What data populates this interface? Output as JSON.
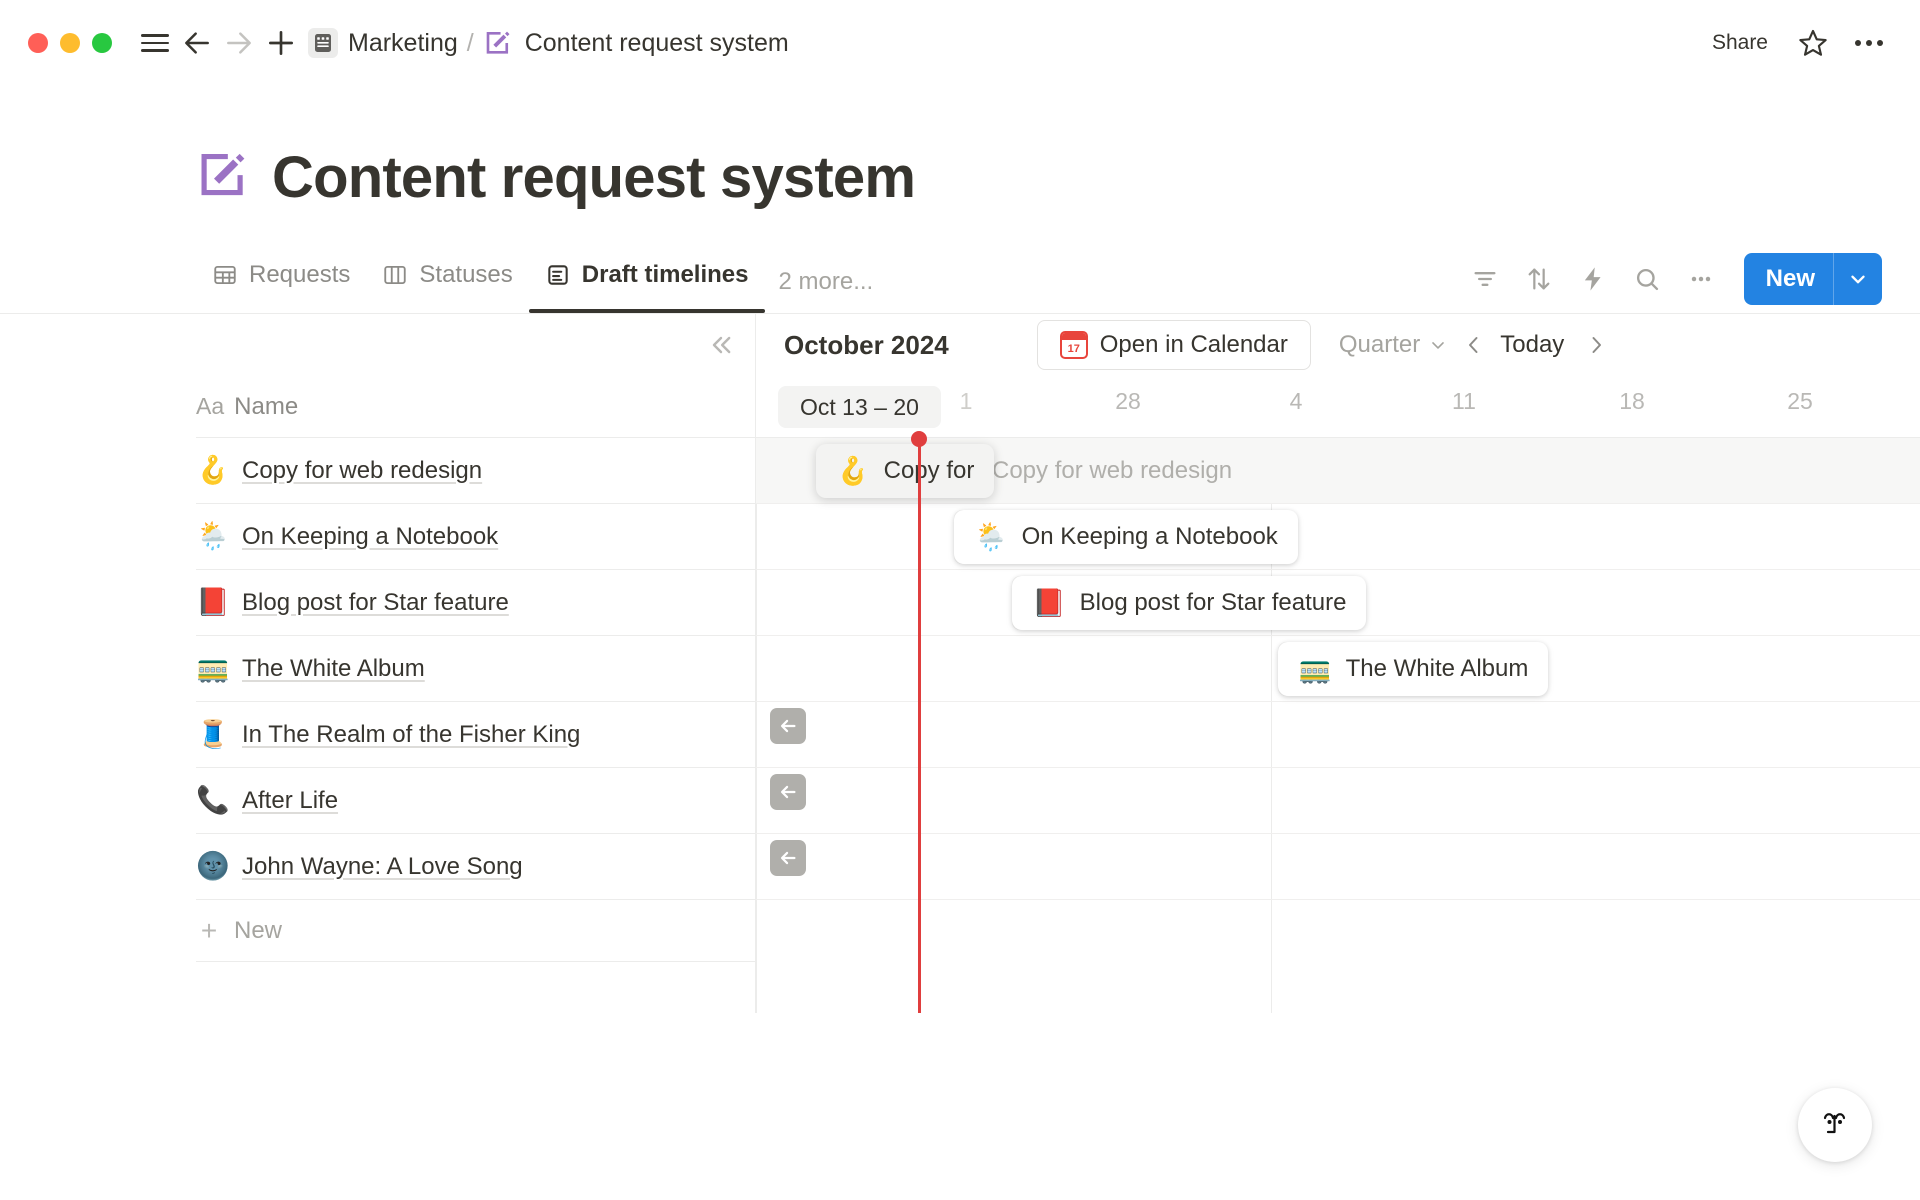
{
  "window": {
    "traffic_lights": [
      "close",
      "minimize",
      "zoom"
    ],
    "colors": {
      "close": "#ff5f57",
      "minimize": "#febc2e",
      "zoom": "#28c840",
      "accent": "#2383e2",
      "today": "#e03e3e"
    }
  },
  "titlebar": {
    "sidebar_toggle": "menu-icon",
    "back": "back-arrow-icon",
    "forward": "forward-arrow-icon",
    "new_page": "plus-icon",
    "breadcrumb": {
      "workspace_icon": "database-icon",
      "workspace": "Marketing",
      "separator": "/",
      "page_icon": "pencil-square-icon",
      "page": "Content request system"
    },
    "share_label": "Share",
    "favorite_icon": "star-icon",
    "more_icon": "ellipsis-icon"
  },
  "page": {
    "icon": "pencil-square-icon",
    "title": "Content request system"
  },
  "view_tabs": {
    "tabs": [
      {
        "label": "Requests",
        "icon": "table-icon",
        "active": false
      },
      {
        "label": "Statuses",
        "icon": "board-icon",
        "active": false
      },
      {
        "label": "Draft timelines",
        "icon": "timeline-icon",
        "active": true
      }
    ],
    "more_label": "2 more...",
    "tools": [
      {
        "name": "filter-icon"
      },
      {
        "name": "sort-icon"
      },
      {
        "name": "automation-icon"
      },
      {
        "name": "search-icon"
      },
      {
        "name": "more-options-icon"
      }
    ],
    "new_button": {
      "label": "New",
      "chevron": "chevron-down-icon"
    }
  },
  "timeline": {
    "collapse_icon": "chevrons-left-icon",
    "name_column": {
      "type_label": "Aa",
      "header": "Name"
    },
    "month_label": "October 2024",
    "open_calendar": {
      "label": "Open in Calendar",
      "icon_day": "17"
    },
    "zoom_level": {
      "label": "Quarter",
      "chevron": "chevron-down-icon"
    },
    "prev_label": "chevron-left-icon",
    "today_label": "Today",
    "next_label": "chevron-right-icon",
    "week_pill": "Oct 13 – 20",
    "ticks": [
      "1",
      "28",
      "4",
      "11",
      "18",
      "25"
    ],
    "rows": [
      {
        "emoji": "🪝",
        "name": "Copy for web redesign"
      },
      {
        "emoji": "🌦️",
        "name": "On Keeping a Notebook"
      },
      {
        "emoji": "📕",
        "name": "Blog post for Star feature"
      },
      {
        "emoji": "🚃",
        "name": "The White Album"
      },
      {
        "emoji": "🧵",
        "name": "In The Realm of the Fisher King"
      },
      {
        "emoji": "📞",
        "name": "After Life"
      },
      {
        "emoji": "🌚",
        "name": "John Wayne: A Love Song"
      }
    ],
    "new_row_label": "New",
    "offscreen_indicator_icon": "arrow-left-icon",
    "offscreen_rows": [
      4,
      5,
      6
    ]
  },
  "help": {
    "icon": "notion-face-icon"
  }
}
